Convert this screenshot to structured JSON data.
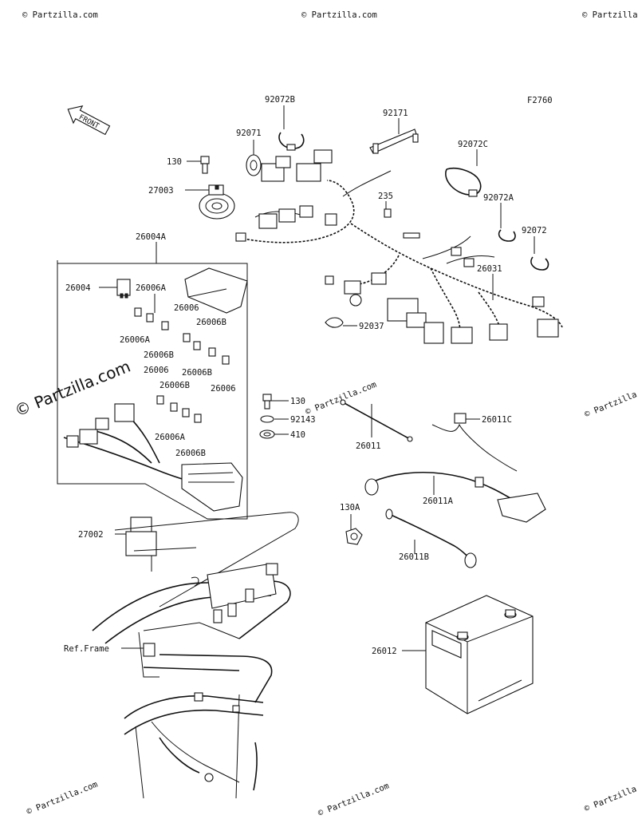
{
  "figure_code": "F2760",
  "front_label": "FRONT",
  "watermarks": {
    "main": "© Partzilla.com",
    "tile": "© Partzilla.com"
  },
  "parts": {
    "p92072B": "92072B",
    "p92071": "92071",
    "p92171": "92171",
    "p92072C": "92072C",
    "p130_top": "130",
    "p27003": "27003",
    "p235": "235",
    "p92072A": "92072A",
    "p92072": "92072",
    "p26004A": "26004A",
    "p26031": "26031",
    "p26004": "26004",
    "p26006A_1": "26006A",
    "p26006_1": "26006",
    "p26006B_1": "26006B",
    "p26006A_2": "26006A",
    "p26006B_2": "26006B",
    "p26006_2": "26006",
    "p26006B_3": "26006B",
    "p26006_3": "26006",
    "p26006B_4": "26006B",
    "p26006A_3": "26006A",
    "p26006B_5": "26006B",
    "p92037": "92037",
    "p130_mid": "130",
    "p92143": "92143",
    "p410": "410",
    "p26011": "26011",
    "p26011C": "26011C",
    "p26011A": "26011A",
    "p27002": "27002",
    "p130A": "130A",
    "p26011B": "26011B",
    "p26012": "26012",
    "ref_frame": "Ref.Frame"
  }
}
